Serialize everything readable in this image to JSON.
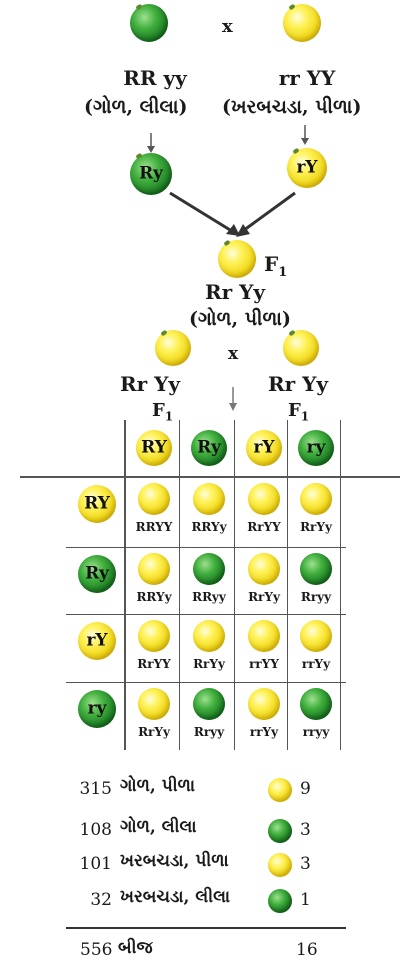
{
  "cross1": {
    "cross_symbol": "x",
    "left": {
      "genotype": "RR yy",
      "phenotype": "(ગોળ, લીલા)",
      "gamete": "Ry"
    },
    "right": {
      "genotype": "rr YY",
      "phenotype": "(ખરબચડા, પીળા)",
      "gamete": "rY"
    }
  },
  "f1": {
    "label": "F",
    "label_sub": "1",
    "genotype": "Rr Yy",
    "phenotype": "(ગોળ, પીળા)",
    "cross_symbol": "x",
    "left_genotype": "Rr Yy",
    "right_genotype": "Rr Yy"
  },
  "punnett": {
    "col_gametes": [
      "RY",
      "Ry",
      "rY",
      "ry"
    ],
    "row_gametes": [
      "RY",
      "Ry",
      "rY",
      "ry"
    ],
    "gamete_colors": [
      "yellow",
      "green",
      "yellow",
      "green"
    ],
    "cells": [
      [
        {
          "g": "RRYY",
          "c": "yellow"
        },
        {
          "g": "RRYy",
          "c": "yellow"
        },
        {
          "g": "RrYY",
          "c": "yellow"
        },
        {
          "g": "RrYy",
          "c": "yellow"
        }
      ],
      [
        {
          "g": "RRYy",
          "c": "yellow"
        },
        {
          "g": "RRyy",
          "c": "green"
        },
        {
          "g": "RrYy",
          "c": "yellow"
        },
        {
          "g": "Rryy",
          "c": "green"
        }
      ],
      [
        {
          "g": "RrYY",
          "c": "yellow"
        },
        {
          "g": "RrYy",
          "c": "yellow"
        },
        {
          "g": "rrYY",
          "c": "yellow"
        },
        {
          "g": "rrYy",
          "c": "yellow"
        }
      ],
      [
        {
          "g": "RrYy",
          "c": "yellow"
        },
        {
          "g": "Rryy",
          "c": "green"
        },
        {
          "g": "rrYy",
          "c": "yellow"
        },
        {
          "g": "rryy",
          "c": "green"
        }
      ]
    ]
  },
  "summary": {
    "rows": [
      {
        "count": "315",
        "label": "ગોળ, પીળા",
        "color": "yellow",
        "ratio": "9"
      },
      {
        "count": "108",
        "label": "ગોળ, લીલા",
        "color": "green",
        "ratio": "3"
      },
      {
        "count": "101",
        "label": "ખરબચડા, પીળા",
        "color": "yellow",
        "ratio": "3"
      },
      {
        "count": "32",
        "label": "ખરબચડા, લીલા",
        "color": "green",
        "ratio": "1"
      }
    ],
    "total_count": "556",
    "total_label": "બીજ",
    "total_ratio": "16"
  }
}
